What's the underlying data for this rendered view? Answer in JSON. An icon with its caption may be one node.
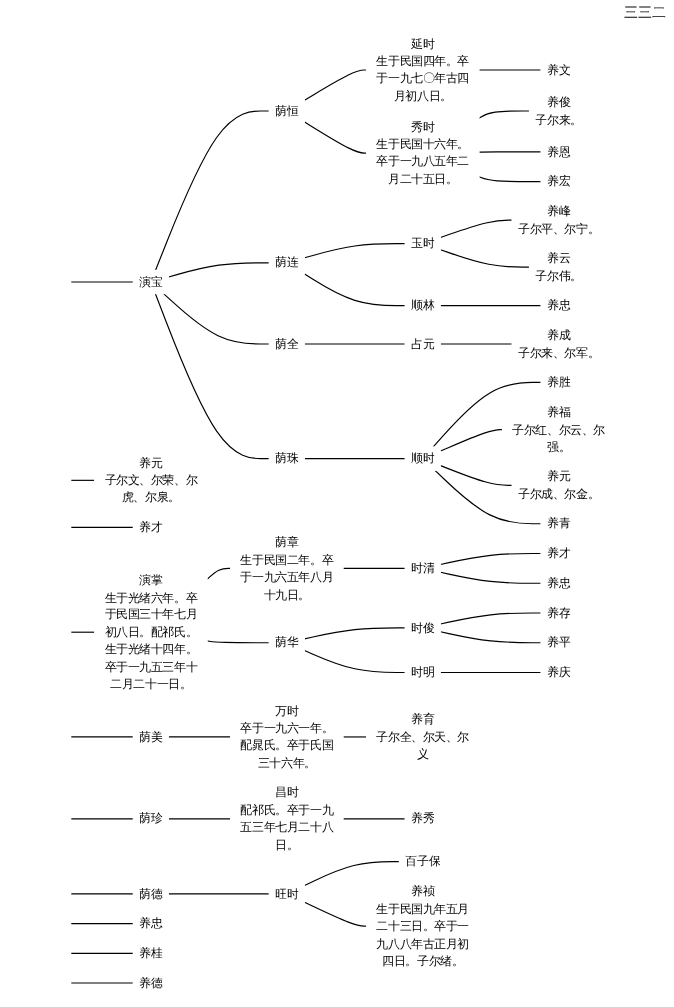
{
  "diagram": {
    "nodes": [
      {
        "text": [
          "演宝"
        ]
      },
      {
        "text": [
          "荫恒"
        ]
      },
      {
        "text": [
          "荫连"
        ]
      },
      {
        "text": [
          "荫全"
        ]
      },
      {
        "text": [
          "荫珠"
        ]
      },
      {
        "text": [
          "延时",
          "生于民国四年。卒于一九七〇年古四月初八日。"
        ]
      },
      {
        "text": [
          "秀时",
          "生于民国十六年。卒于一九八五年二月二十五日。"
        ]
      },
      {
        "text": [
          "玉时"
        ]
      },
      {
        "text": [
          "顺林"
        ]
      },
      {
        "text": [
          "占元"
        ]
      },
      {
        "text": [
          "顺时"
        ]
      },
      {
        "text": [
          "养元",
          "子尔文、尔荣、尔虎、尔泉。"
        ]
      },
      {
        "text": [
          "养才"
        ]
      },
      {
        "text": [
          "养文"
        ]
      },
      {
        "text": [
          "养俊",
          "子尔来。"
        ]
      },
      {
        "text": [
          "养恩"
        ]
      },
      {
        "text": [
          "养宏"
        ]
      },
      {
        "text": [
          "养峰",
          "子尔平、尔宁。"
        ]
      },
      {
        "text": [
          "养云",
          "子尔伟。"
        ]
      },
      {
        "text": [
          "养忠"
        ]
      },
      {
        "text": [
          "养成",
          "子尔来、尔军。"
        ]
      },
      {
        "text": [
          "养胜"
        ]
      },
      {
        "text": [
          "养福",
          "子尔红、尔云、尔强。"
        ]
      },
      {
        "text": [
          "养元",
          "子尔成、尔金。"
        ]
      },
      {
        "text": [
          "养青"
        ]
      },
      {
        "text": [
          "演掌",
          "生于光绪六年。卒于民国三十年七月初八日。配祁氏。生于光绪十四年。卒于一九五三年十二月二十一日。"
        ]
      },
      {
        "text": [
          "荫美"
        ]
      },
      {
        "text": [
          "荫珍"
        ]
      },
      {
        "text": [
          "荫德"
        ]
      },
      {
        "text": [
          "荫章",
          "生于民国二年。卒于一九六五年八月十九日。"
        ]
      },
      {
        "text": [
          "荫华"
        ]
      },
      {
        "text": [
          "万时",
          "卒于一九六一年。配晁氏。卒于氏国三十六年。"
        ]
      },
      {
        "text": [
          "昌时",
          "配祁氏。卒于一九五三年七月二十八日。"
        ]
      },
      {
        "text": [
          "旺时"
        ]
      },
      {
        "text": [
          "时清"
        ]
      },
      {
        "text": [
          "时俊"
        ]
      },
      {
        "text": [
          "时明"
        ]
      },
      {
        "text": [
          "养忠"
        ]
      },
      {
        "text": [
          "养桂"
        ]
      },
      {
        "text": [
          "养德"
        ]
      },
      {
        "text": [
          "养育",
          "子尔全、尔天、尔义"
        ]
      },
      {
        "text": [
          "养秀"
        ]
      },
      {
        "text": [
          "百子保"
        ]
      },
      {
        "text": [
          "养祯",
          "生于民国九年五月二十三日。卒于一九八八年古正月初四日。子尔绪。"
        ]
      },
      {
        "text": [
          "养才"
        ]
      },
      {
        "text": [
          "养忠"
        ]
      },
      {
        "text": [
          "养存"
        ]
      },
      {
        "text": [
          "养平"
        ]
      },
      {
        "text": [
          "养庆"
        ]
      }
    ],
    "edges": [
      {
        "from": null,
        "to": 0,
        "arrow": "none"
      },
      {
        "from": 0,
        "to": 1,
        "arrow": "none"
      },
      {
        "from": 0,
        "to": 2,
        "arrow": "none"
      },
      {
        "from": 0,
        "to": 3,
        "arrow": "none"
      },
      {
        "from": 0,
        "to": 4,
        "arrow": "none"
      },
      {
        "from": 1,
        "to": 5,
        "arrow": "none"
      },
      {
        "from": 1,
        "to": 6,
        "arrow": "none"
      },
      {
        "from": 2,
        "to": 7,
        "arrow": "none"
      },
      {
        "from": 2,
        "to": 8,
        "arrow": "none"
      },
      {
        "from": 3,
        "to": 9,
        "arrow": "none"
      },
      {
        "from": 4,
        "to": 10,
        "arrow": "none"
      },
      {
        "from": null,
        "to": 11,
        "arrow": "none"
      },
      {
        "from": null,
        "to": 12,
        "arrow": "none"
      },
      {
        "from": 5,
        "to": 13,
        "arrow": "none"
      },
      {
        "from": 6,
        "to": 14,
        "arrow": "none"
      },
      {
        "from": 6,
        "to": 15,
        "arrow": "none"
      },
      {
        "from": 6,
        "to": 16,
        "arrow": "none"
      },
      {
        "from": 7,
        "to": 17,
        "arrow": "none"
      },
      {
        "from": 7,
        "to": 18,
        "arrow": "none"
      },
      {
        "from": 8,
        "to": 19,
        "arrow": "none"
      },
      {
        "from": 9,
        "to": 20,
        "arrow": "none"
      },
      {
        "from": 10,
        "to": 21,
        "arrow": "none"
      },
      {
        "from": 10,
        "to": 22,
        "arrow": "none"
      },
      {
        "from": 10,
        "to": 23,
        "arrow": "none"
      },
      {
        "from": 10,
        "to": 24,
        "arrow": "none"
      },
      {
        "from": null,
        "to": 25,
        "arrow": "none"
      },
      {
        "from": null,
        "to": 26,
        "arrow": "none"
      },
      {
        "from": null,
        "to": 27,
        "arrow": "none"
      },
      {
        "from": null,
        "to": 28,
        "arrow": "none"
      },
      {
        "from": 25,
        "to": 29,
        "arrow": "none"
      },
      {
        "from": 25,
        "to": 30,
        "arrow": "none"
      },
      {
        "from": 26,
        "to": 31,
        "arrow": "none"
      },
      {
        "from": 27,
        "to": 32,
        "arrow": "none"
      },
      {
        "from": 28,
        "to": 33,
        "arrow": "none"
      },
      {
        "from": 29,
        "to": 34,
        "arrow": "none"
      },
      {
        "from": 30,
        "to": 35,
        "arrow": "none"
      },
      {
        "from": 30,
        "to": 36,
        "arrow": "none"
      },
      {
        "from": null,
        "to": 37,
        "arrow": "none"
      },
      {
        "from": null,
        "to": 38,
        "arrow": "none"
      },
      {
        "from": null,
        "to": 39,
        "arrow": "none"
      },
      {
        "from": 31,
        "to": 40,
        "arrow": "none"
      },
      {
        "from": 32,
        "to": 41,
        "arrow": "none"
      },
      {
        "from": 33,
        "to": 42,
        "arrow": "none"
      },
      {
        "from": 33,
        "to": 43,
        "arrow": "none"
      },
      {
        "from": 34,
        "to": 44,
        "arrow": "none"
      },
      {
        "from": 34,
        "to": 45,
        "arrow": "none"
      },
      {
        "from": 35,
        "to": 46,
        "arrow": "none"
      },
      {
        "from": 35,
        "to": 47,
        "arrow": "none"
      },
      {
        "from": 36,
        "to": 48,
        "arrow": "none"
      }
    ],
    "labels": [
      "三三二"
    ]
  }
}
